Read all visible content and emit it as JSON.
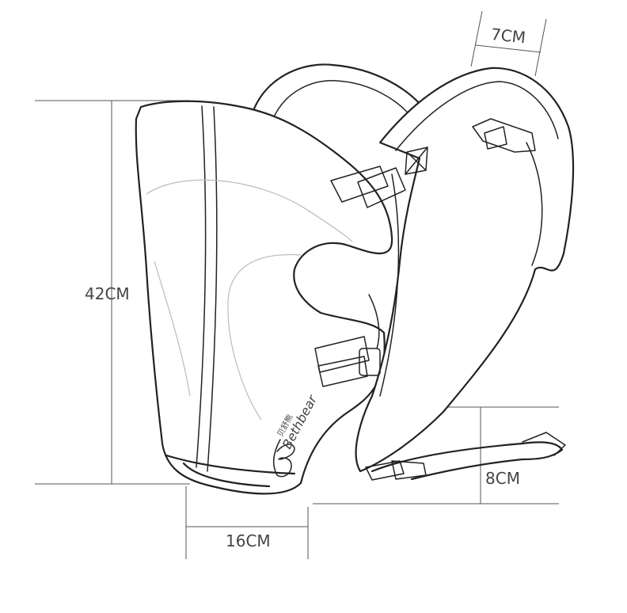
{
  "dimensions": {
    "strap_width": "7CM",
    "height": "42CM",
    "depth": "16CM",
    "seat_height": "8CM"
  },
  "logo": {
    "brand_text": "Bethbear",
    "cjk_text": "贝舒熊"
  }
}
